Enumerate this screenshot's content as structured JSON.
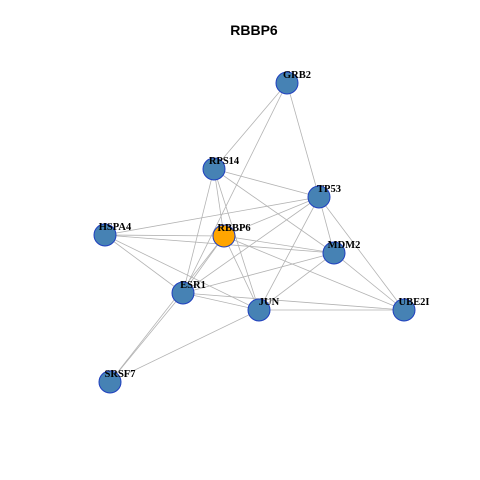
{
  "title": "RBBP6",
  "colors": {
    "node_default": "#4682b4",
    "node_focus": "#ffa500",
    "node_border": "#1f3fbf",
    "edge": "#b3b3b3"
  },
  "nodes": [
    {
      "id": "GRB2",
      "label": "GRB2",
      "focus": false
    },
    {
      "id": "RPS14",
      "label": "RPS14",
      "focus": false
    },
    {
      "id": "TP53",
      "label": "TP53",
      "focus": false
    },
    {
      "id": "HSPA4",
      "label": "HSPA4",
      "focus": false
    },
    {
      "id": "RBBP6",
      "label": "RBBP6",
      "focus": true
    },
    {
      "id": "MDM2",
      "label": "MDM2",
      "focus": false
    },
    {
      "id": "ESR1",
      "label": "ESR1",
      "focus": false
    },
    {
      "id": "JUN",
      "label": "JUN",
      "focus": false
    },
    {
      "id": "UBE2I",
      "label": "UBE2I",
      "focus": false
    },
    {
      "id": "SRSF7",
      "label": "SRSF7",
      "focus": false
    }
  ],
  "edges": [
    [
      "GRB2",
      "RPS14"
    ],
    [
      "GRB2",
      "TP53"
    ],
    [
      "GRB2",
      "ESR1"
    ],
    [
      "RPS14",
      "TP53"
    ],
    [
      "RPS14",
      "MDM2"
    ],
    [
      "RPS14",
      "RBBP6"
    ],
    [
      "RPS14",
      "ESR1"
    ],
    [
      "RPS14",
      "JUN"
    ],
    [
      "TP53",
      "HSPA4"
    ],
    [
      "TP53",
      "RBBP6"
    ],
    [
      "TP53",
      "MDM2"
    ],
    [
      "TP53",
      "ESR1"
    ],
    [
      "TP53",
      "JUN"
    ],
    [
      "TP53",
      "UBE2I"
    ],
    [
      "HSPA4",
      "RBBP6"
    ],
    [
      "HSPA4",
      "MDM2"
    ],
    [
      "HSPA4",
      "ESR1"
    ],
    [
      "HSPA4",
      "JUN"
    ],
    [
      "RBBP6",
      "MDM2"
    ],
    [
      "RBBP6",
      "ESR1"
    ],
    [
      "RBBP6",
      "JUN"
    ],
    [
      "RBBP6",
      "UBE2I"
    ],
    [
      "RBBP6",
      "SRSF7"
    ],
    [
      "MDM2",
      "ESR1"
    ],
    [
      "MDM2",
      "JUN"
    ],
    [
      "MDM2",
      "UBE2I"
    ],
    [
      "ESR1",
      "JUN"
    ],
    [
      "ESR1",
      "UBE2I"
    ],
    [
      "ESR1",
      "SRSF7"
    ],
    [
      "JUN",
      "UBE2I"
    ],
    [
      "JUN",
      "SRSF7"
    ]
  ]
}
